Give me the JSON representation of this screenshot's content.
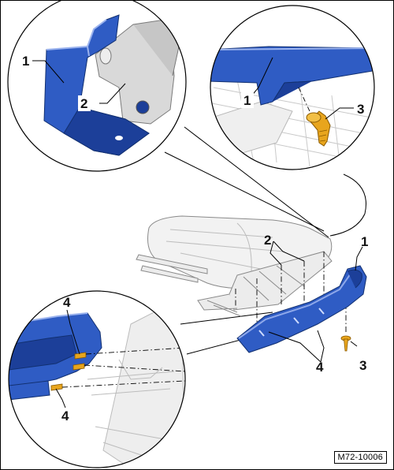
{
  "diagram": {
    "reference_code": "M72-10006",
    "colors": {
      "cover_blue": "#2f5cc4",
      "cover_blue_dark": "#1c3f99",
      "cover_blue_light": "#6f8fe0",
      "fastener_yellow": "#e8a51d",
      "seat_grey": "#d9d9d9",
      "line": "#000000"
    },
    "callouts": {
      "a1": "1",
      "a2": "2",
      "b1": "1",
      "b3": "3",
      "c1": "1",
      "c2": "2",
      "c3": "3",
      "c4a": "4",
      "c4b": "4",
      "d4a": "4",
      "d4b": "4"
    }
  }
}
